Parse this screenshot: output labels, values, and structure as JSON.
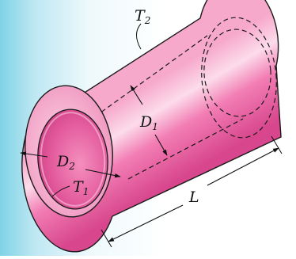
{
  "figure": {
    "labels": {
      "outer_temperature": {
        "symbol": "T",
        "subscript": "2"
      },
      "inner_temperature": {
        "symbol": "T",
        "subscript": "1"
      },
      "outer_diameter": {
        "symbol": "D",
        "subscript": "1"
      },
      "inner_diameter": {
        "symbol": "D",
        "subscript": "2"
      },
      "length": {
        "symbol": "L"
      }
    },
    "colors": {
      "background_left": "#7fd3e6",
      "background_mid": "#e6f6fb",
      "background_right": "#ffffff",
      "tube_body": "#f07ab0",
      "tube_highlight": "#fbd9e9",
      "tube_shadow": "#d9468c",
      "end_face": "#f6b8d3",
      "bore": "#e04a92",
      "outline": "#1a1a1a"
    }
  }
}
